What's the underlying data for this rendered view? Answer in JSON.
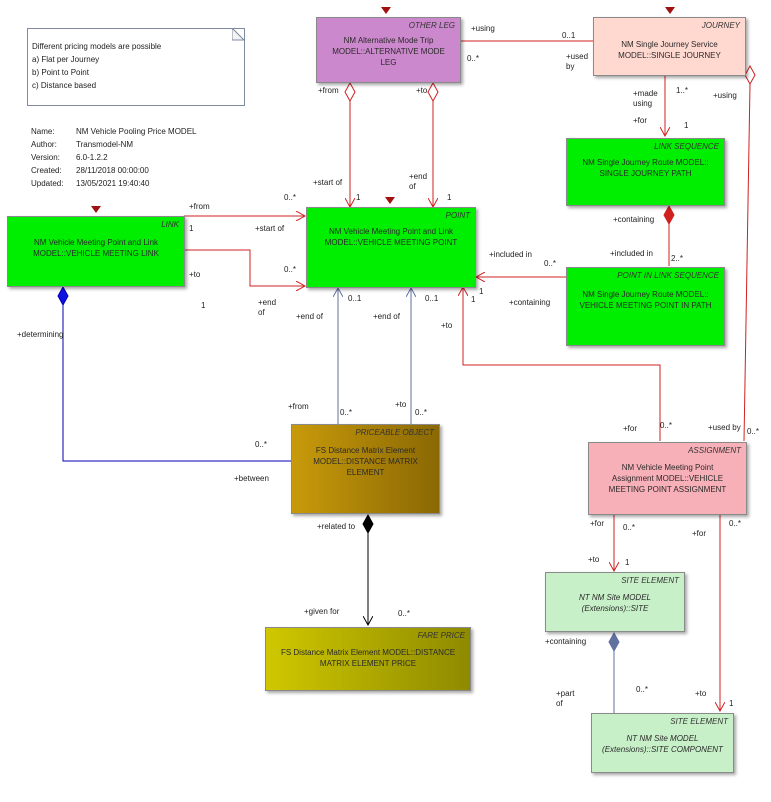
{
  "note": {
    "lines": [
      "Different pricing models are possible",
      "a) Flat per Journey",
      "b) Point to Point",
      "c) Distance based"
    ]
  },
  "meta": [
    {
      "key": "Name:",
      "value": "NM Vehicle Pooling Price MODEL"
    },
    {
      "key": "Author:",
      "value": "Transmodel-NM"
    },
    {
      "key": "Version:",
      "value": "6.0-1.2.2"
    },
    {
      "key": "Created:",
      "value": "28/11/2018 00:00:00"
    },
    {
      "key": "Updated:",
      "value": "13/05/2021 19:40:40"
    }
  ],
  "colors": {
    "green": "#00ee00",
    "purple": "#cc88cc",
    "pink_light": "#ffd8d0",
    "pink": "#f8b0b8",
    "olive": "#b8900a",
    "yellow": "#c8c000",
    "light_green": "#c8f0c8",
    "red_line": "#d02020",
    "blue_line": "#0000b0",
    "gray_line": "#6070a0"
  },
  "boxes": {
    "other_leg": {
      "stereo": "OTHER LEG",
      "title": "NM Alternative Mode Trip\nMODEL::ALTERNATIVE MODE\nLEG"
    },
    "journey": {
      "stereo": "JOURNEY",
      "title": "NM Single Journey Service\nMODEL::SINGLE JOURNEY"
    },
    "link_sequence": {
      "stereo": "LINK SEQUENCE",
      "title": "NM Single Journey Route MODEL::\nSINGLE JOURNEY PATH"
    },
    "link": {
      "stereo": "LINK",
      "title": "NM Vehicle Meeting Point and Link\nMODEL::VEHICLE MEETING LINK"
    },
    "point": {
      "stereo": "POINT",
      "title": "NM Vehicle Meeting Point and Link\nMODEL::VEHICLE MEETING POINT"
    },
    "point_in_link_sequence": {
      "stereo": "POINT IN LINK SEQUENCE",
      "title": "NM Single Journey Route MODEL::\nVEHICLE MEETING POINT IN  PATH"
    },
    "priceable_object": {
      "stereo": "PRICEABLE OBJECT",
      "title": "FS Distance Matrix Element\nMODEL::DISTANCE MATRIX\nELEMENT"
    },
    "assignment": {
      "stereo": "ASSIGNMENT",
      "title": "NM Vehicle Meeting Point\nAssignment MODEL::VEHICLE\nMEETING POINT ASSIGNMENT"
    },
    "site_element": {
      "stereo": "SITE ELEMENT",
      "title": "NT NM Site MODEL\n(Extensions)::SITE"
    },
    "fare_price": {
      "stereo": "FARE PRICE",
      "title": "FS Distance Matrix Element MODEL::DISTANCE\nMATRIX ELEMENT PRICE"
    },
    "site_component": {
      "stereo": "SITE ELEMENT",
      "title": "NT NM Site MODEL\n(Extensions)::SITE COMPONENT"
    }
  },
  "labels": {
    "using_top": "+using",
    "mult_01_top": "0..1",
    "mult_0s_top": "0..*",
    "used_by": "+used\nby",
    "from_a": "+from",
    "to_a": "+to",
    "made_using": "+made\nusing",
    "mult_1s_made": "1..*",
    "using_right": "+using",
    "for_ls": "+for",
    "one_for_ls": "1",
    "start_of": "+start of",
    "one_start": "1",
    "end_of_a": "+end\nof",
    "one_end_a": "1",
    "from_link": "+from",
    "one_link_from": "1",
    "start_of_b": "+start of",
    "mult_0s_b": "0..*",
    "to_link": "+to",
    "mult_0s_c": "0..*",
    "one_link_to": "1",
    "end_of_b": "+end\nof",
    "containing_ls": "+containing",
    "included_in_a": "+included in",
    "included_in_b": "+included in",
    "mult_0s_d": "0..*",
    "mult_2s": "2..*",
    "one_pils": "1",
    "containing_pils": "+containing",
    "determining": "+determining",
    "end_of_c": "+end of",
    "mult_01_c": "0..1",
    "end_of_d": "+end of",
    "mult_01_d": "0..1",
    "to_assign": "+to",
    "one_assign": "1",
    "from_dme": "+from",
    "mult_0s_e": "0..*",
    "to_dme": "+to",
    "mult_0s_f": "0..*",
    "mult_0s_g": "0..*",
    "between": "+between",
    "for_assign": "+for",
    "mult_0s_h": "0..*",
    "used_by_b": "+used by",
    "mult_0s_i": "0..*",
    "related_to": "+related to",
    "given_for": "+given for",
    "mult_0s_j": "0..*",
    "for_site": "+for",
    "mult_0s_k": "0..*",
    "for_comp": "+for",
    "mult_0s_l": "0..*",
    "to_site": "+to",
    "one_site": "1",
    "containing_site": "+containing",
    "part_of": "+part\nof",
    "mult_0s_m": "0..*",
    "to_comp": "+to",
    "one_comp": "1"
  }
}
